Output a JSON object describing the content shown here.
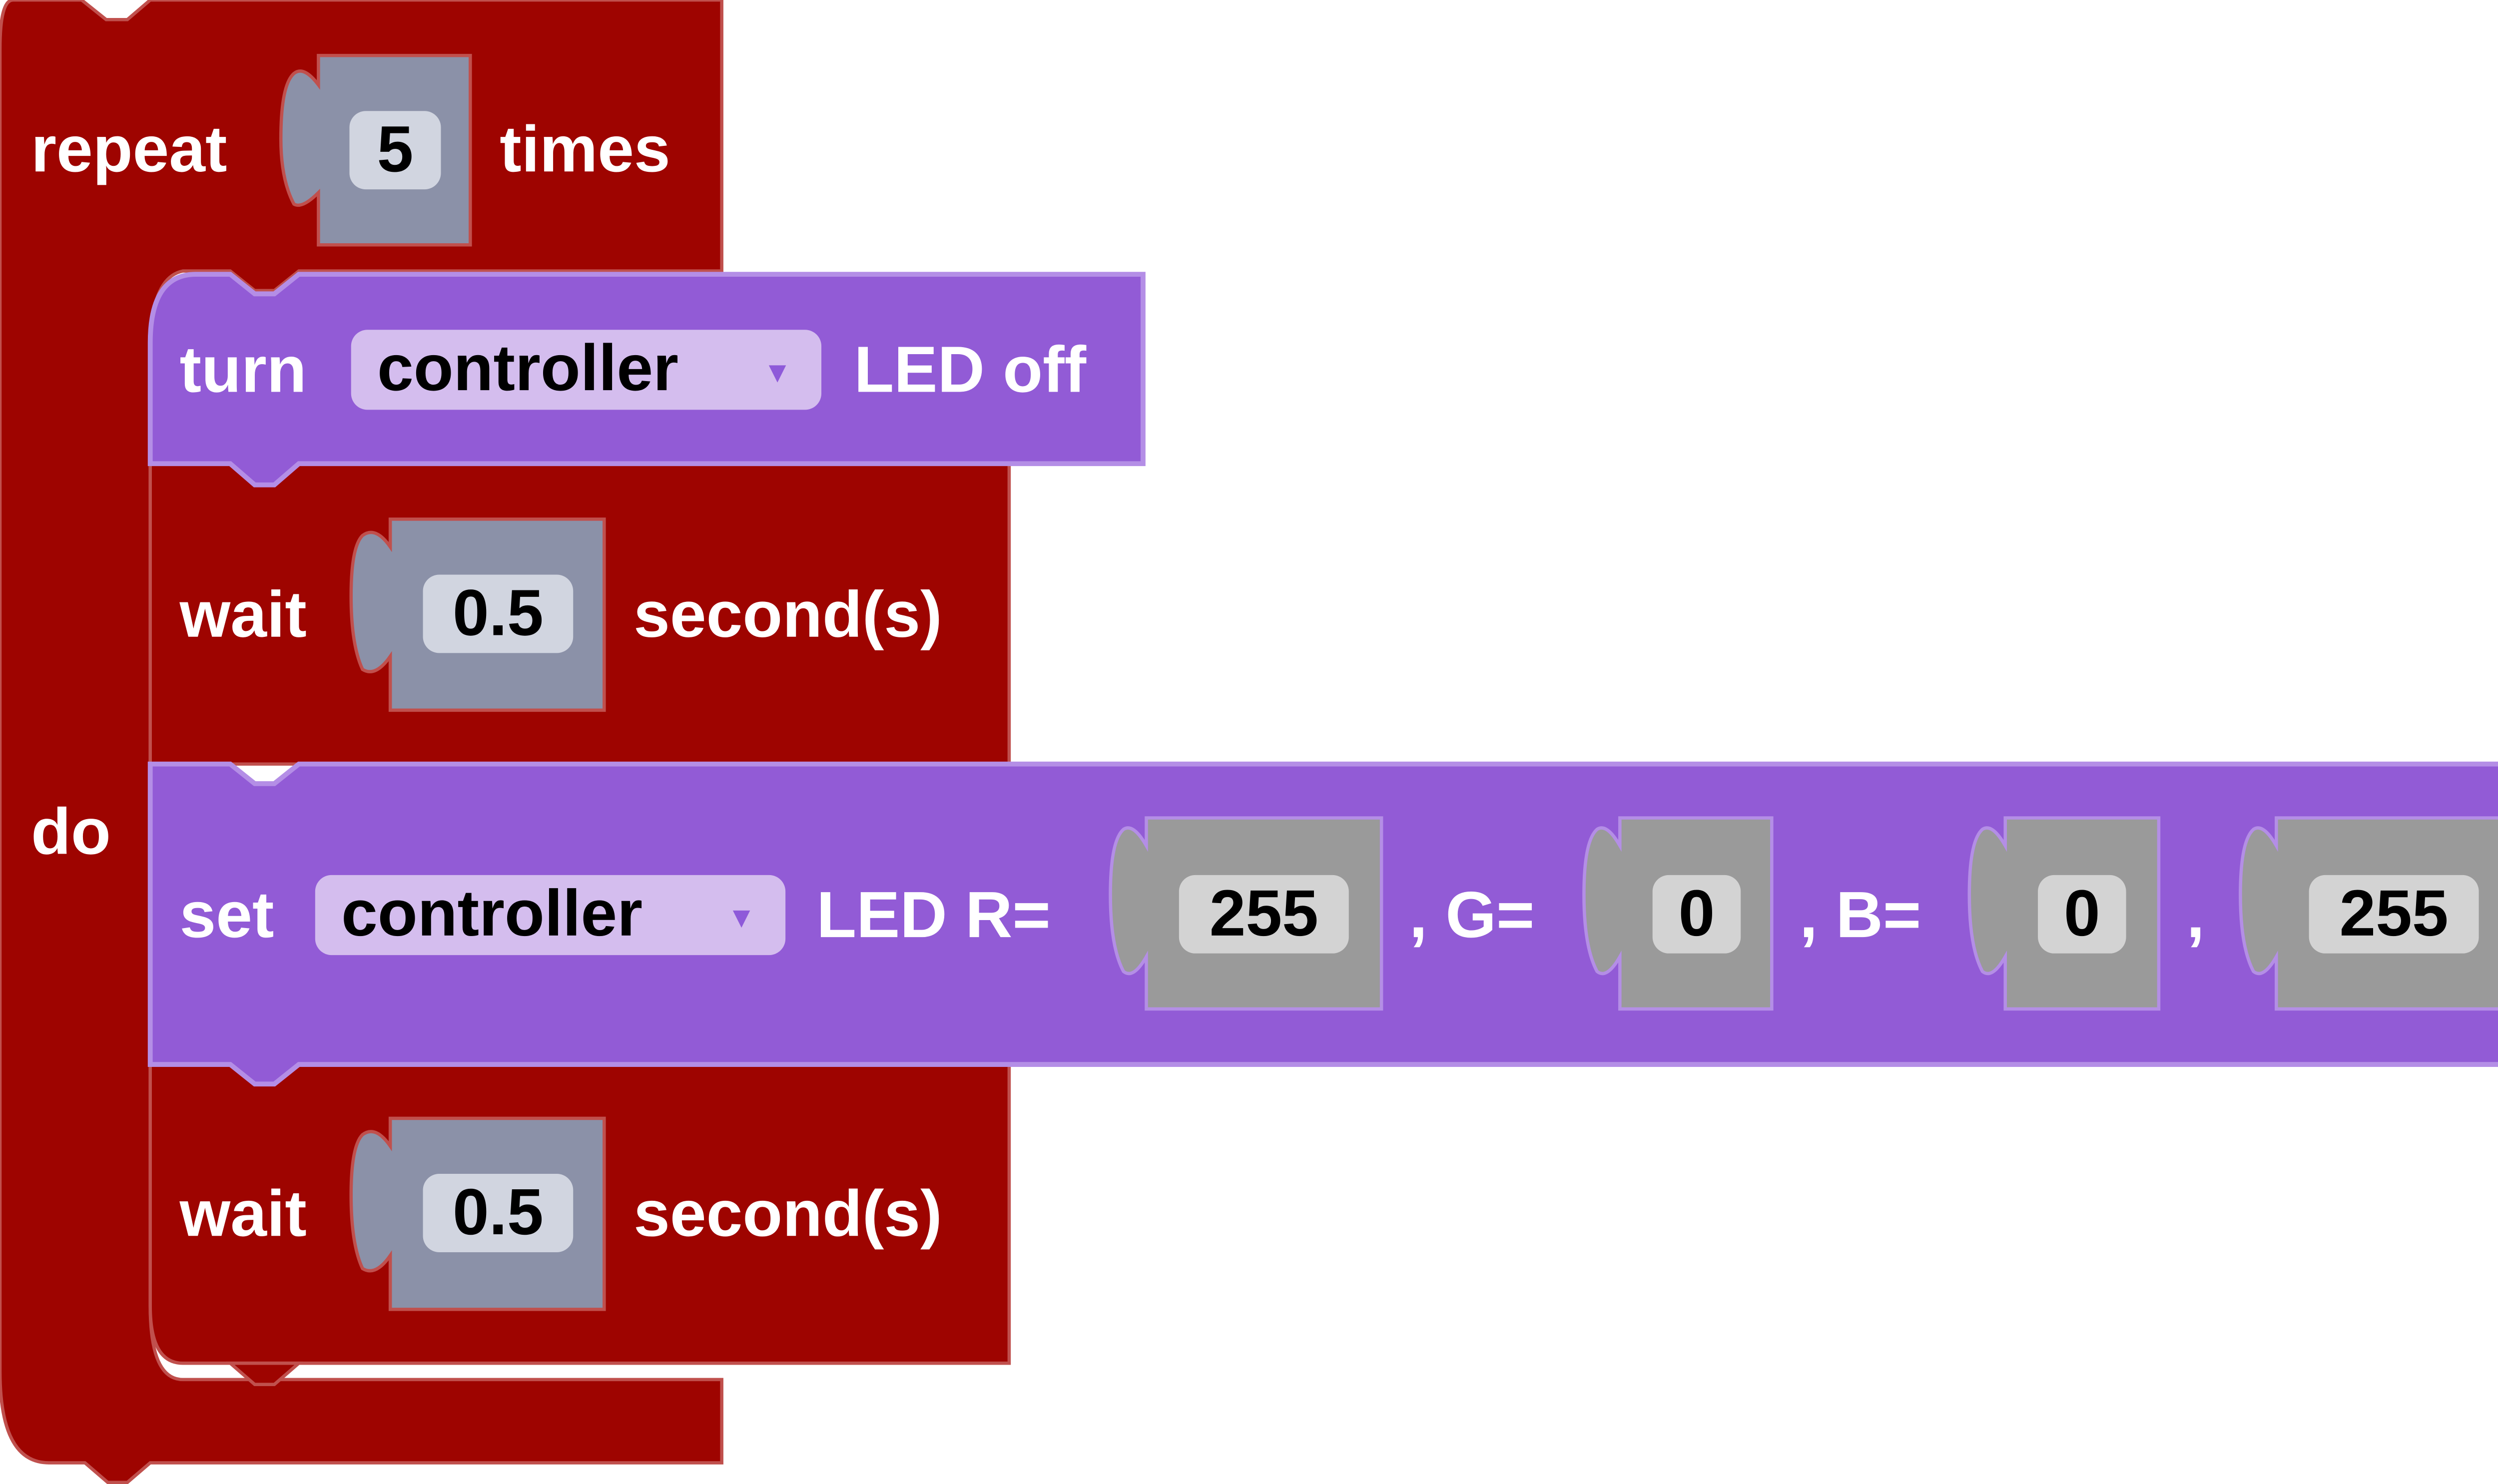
{
  "colors": {
    "control_block": "#9e0400",
    "control_border": "#c0504d",
    "led_block": "#925bd6",
    "led_border": "#b48ee6",
    "number_slot_blue": "#8b91a8",
    "number_slot_gray": "#9a9a9a",
    "dropdown_bg": "#d4bdee",
    "field_bg": "#d3d3d3"
  },
  "repeat_block": {
    "label_repeat": "repeat",
    "times_value": "5",
    "label_times": "times",
    "label_do": "do"
  },
  "turn_block": {
    "label_turn": "turn",
    "dropdown_value": "controller",
    "dropdown_icon": "triangle-down-icon",
    "label_suffix": "LED off"
  },
  "wait_block_1": {
    "label_wait": "wait",
    "value": "0.5",
    "label_unit": "second(s)"
  },
  "set_block": {
    "label_set": "set",
    "dropdown_value": "controller",
    "dropdown_icon": "triangle-down-icon",
    "label_r": "LED R=",
    "r_value": "255",
    "label_g": ", G=",
    "g_value": "0",
    "label_b": ", B=",
    "b_value": "0",
    "label_comma": ",",
    "brightness_value": "255"
  },
  "wait_block_2": {
    "label_wait": "wait",
    "value": "0.5",
    "label_unit": "second(s)"
  }
}
